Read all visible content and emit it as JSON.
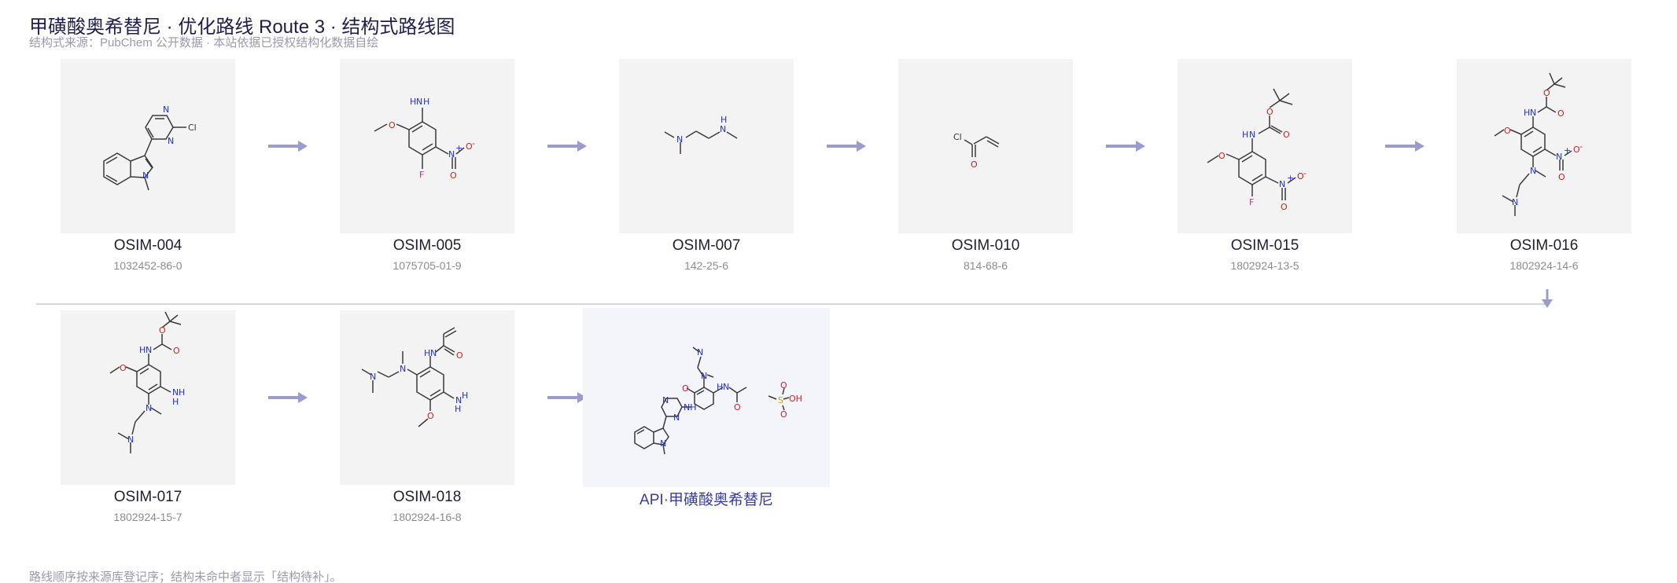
{
  "title": "甲磺酸奥希替尼 · 优化路线 Route 3 · 结构式路线图",
  "subtitle": "结构式来源：PubChem 公开数据 · 本站依据已授权结构化数据自绘",
  "footnote": "路线顺序按来源库登记序；结构未命中者显示「结构待补」。",
  "row1": [
    {
      "code": "OSIM-004",
      "cas": "1032452-86-0",
      "structure_icon": "indole-chloropyrimidine-structure"
    },
    {
      "code": "OSIM-005",
      "cas": "1075705-01-9",
      "structure_icon": "fluoro-nitro-anisidine-structure"
    },
    {
      "code": "OSIM-007",
      "cas": "142-25-6",
      "structure_icon": "trimethylethylenediamine-structure"
    },
    {
      "code": "OSIM-010",
      "cas": "814-68-6",
      "structure_icon": "acryloyl-chloride-structure"
    },
    {
      "code": "OSIM-015",
      "cas": "1802924-13-5",
      "structure_icon": "boc-fluoro-nitro-structure"
    },
    {
      "code": "OSIM-016",
      "cas": "1802924-14-6",
      "structure_icon": "boc-amine-nitro-structure"
    }
  ],
  "row2": [
    {
      "code": "OSIM-017",
      "cas": "1802924-15-7",
      "structure_icon": "boc-diamine-structure"
    },
    {
      "code": "OSIM-018",
      "cas": "1802924-16-8",
      "structure_icon": "acrylamide-amine-structure"
    }
  ],
  "api": {
    "label": "API·甲磺酸奥希替尼",
    "structure_icon": "osimertinib-mesylate-structure"
  },
  "colors": {
    "arrow": "#9c9ccc",
    "separator": "#d5d5e2",
    "api_bg": "#f4f4fb",
    "card_bg": "#f3f3f4"
  },
  "atom_labels": {
    "N": "N",
    "O": "O",
    "F": "F",
    "Cl": "Cl",
    "H": "H",
    "NH": "NH",
    "S": "S",
    "OH": "OH",
    "plus": "+",
    "minus": "-"
  }
}
